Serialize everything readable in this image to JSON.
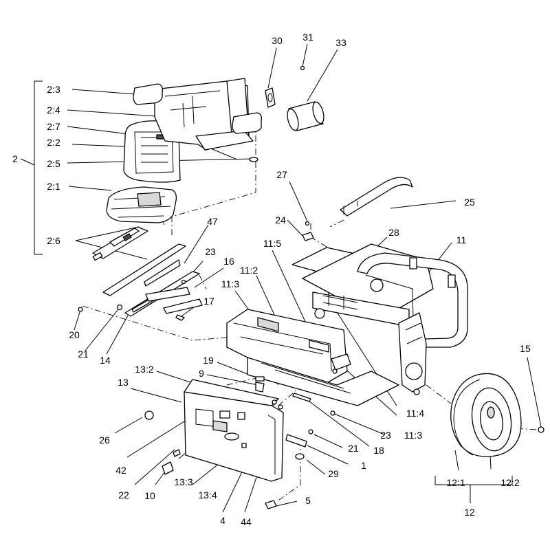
{
  "callouts": [
    {
      "id": "2",
      "text": "2"
    },
    {
      "id": "2-3",
      "text": "2:3"
    },
    {
      "id": "2-4",
      "text": "2:4"
    },
    {
      "id": "2-7",
      "text": "2:7"
    },
    {
      "id": "2-2",
      "text": "2:2"
    },
    {
      "id": "2-5",
      "text": "2:5"
    },
    {
      "id": "2-1",
      "text": "2:1"
    },
    {
      "id": "2-6",
      "text": "2:6"
    },
    {
      "id": "30",
      "text": "30"
    },
    {
      "id": "31",
      "text": "31"
    },
    {
      "id": "33",
      "text": "33"
    },
    {
      "id": "27",
      "text": "27"
    },
    {
      "id": "25",
      "text": "25"
    },
    {
      "id": "24",
      "text": "24"
    },
    {
      "id": "28",
      "text": "28"
    },
    {
      "id": "11",
      "text": "11"
    },
    {
      "id": "11-5",
      "text": "11:5"
    },
    {
      "id": "11-2",
      "text": "11:2"
    },
    {
      "id": "11-3a",
      "text": "11:3"
    },
    {
      "id": "47",
      "text": "47"
    },
    {
      "id": "23a",
      "text": "23"
    },
    {
      "id": "16",
      "text": "16"
    },
    {
      "id": "17",
      "text": "17"
    },
    {
      "id": "20",
      "text": "20"
    },
    {
      "id": "21a",
      "text": "21"
    },
    {
      "id": "14",
      "text": "14"
    },
    {
      "id": "19",
      "text": "19"
    },
    {
      "id": "9",
      "text": "9"
    },
    {
      "id": "13-2",
      "text": "13:2"
    },
    {
      "id": "13",
      "text": "13"
    },
    {
      "id": "26",
      "text": "26"
    },
    {
      "id": "42",
      "text": "42"
    },
    {
      "id": "22",
      "text": "22"
    },
    {
      "id": "10",
      "text": "10"
    },
    {
      "id": "13-3",
      "text": "13:3"
    },
    {
      "id": "13-4",
      "text": "13:4"
    },
    {
      "id": "4",
      "text": "4"
    },
    {
      "id": "44",
      "text": "44"
    },
    {
      "id": "5",
      "text": "5"
    },
    {
      "id": "29",
      "text": "29"
    },
    {
      "id": "1",
      "text": "1"
    },
    {
      "id": "21b",
      "text": "21"
    },
    {
      "id": "18",
      "text": "18"
    },
    {
      "id": "23b",
      "text": "23"
    },
    {
      "id": "11-3b",
      "text": "11:3"
    },
    {
      "id": "11-4",
      "text": "11:4"
    },
    {
      "id": "15",
      "text": "15"
    },
    {
      "id": "12-1",
      "text": "12:1"
    },
    {
      "id": "12-2",
      "text": "12:2"
    },
    {
      "id": "12",
      "text": "12"
    }
  ]
}
